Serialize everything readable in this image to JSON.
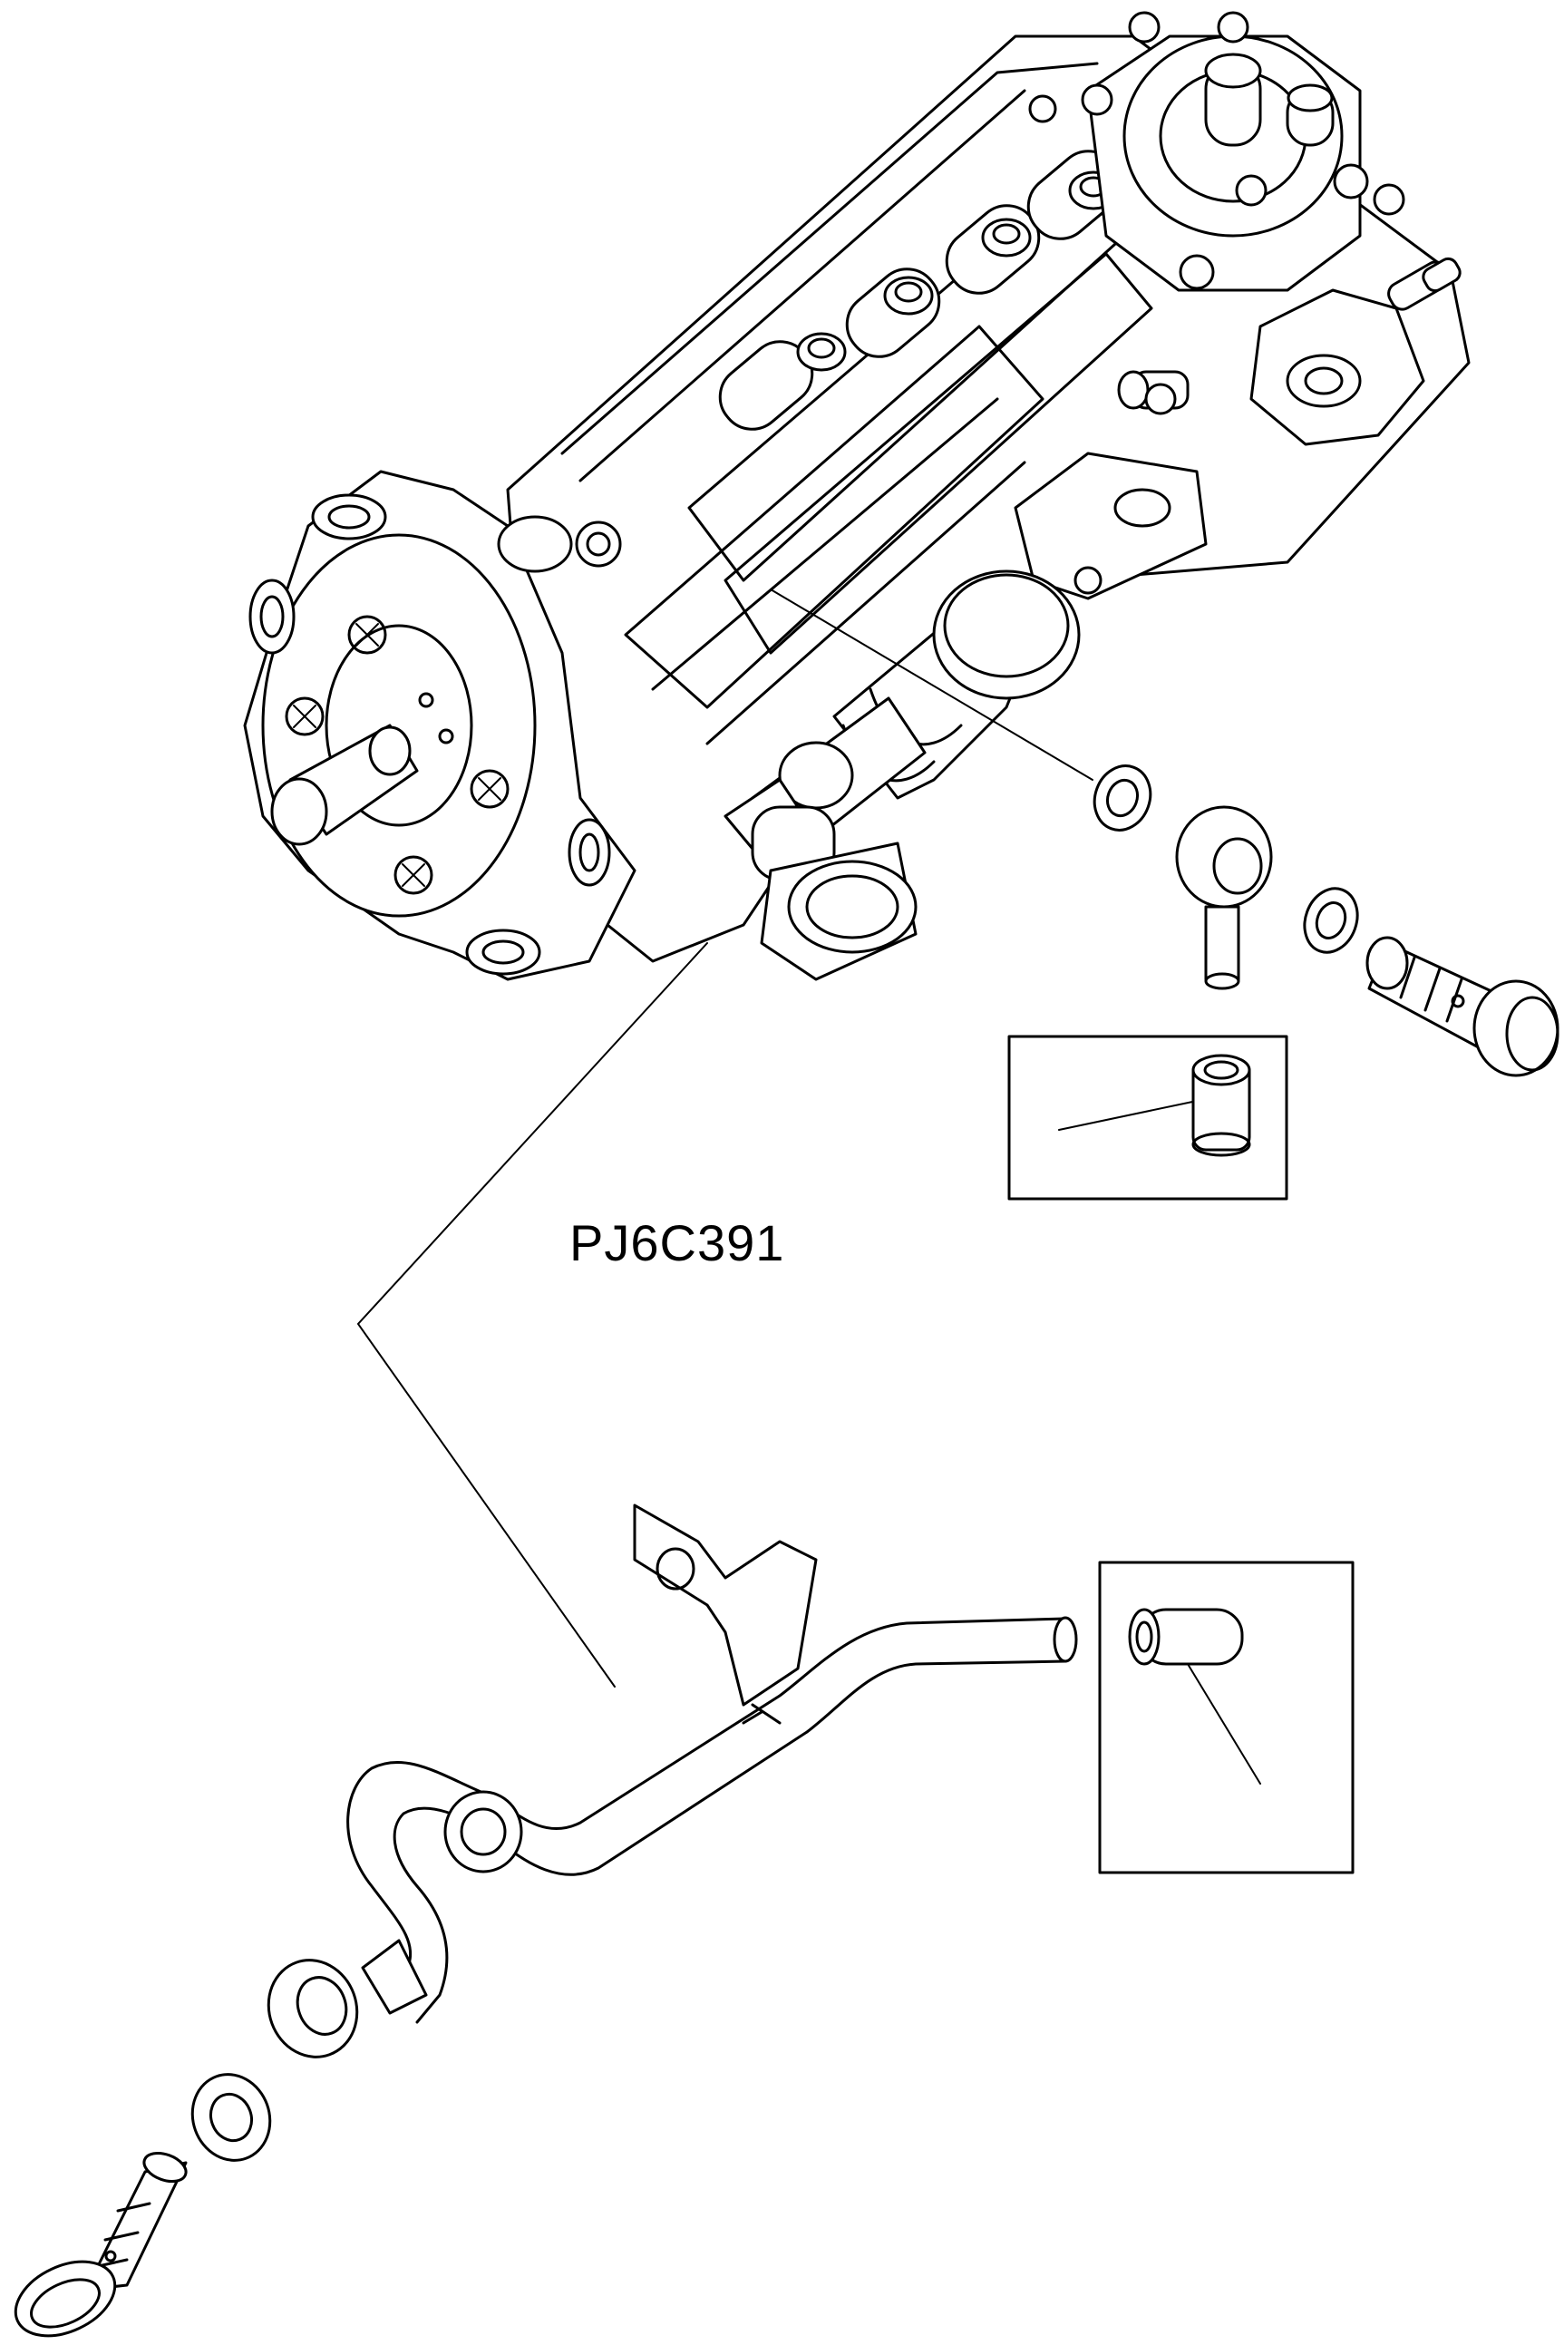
{
  "figure": {
    "code": "PJ6C391"
  },
  "colors": {
    "line": "#000000",
    "background": "#ffffff"
  },
  "parts": [
    "injection-pump",
    "washer-upper",
    "banjo-fitting",
    "washer-upper-2",
    "banjo-bolt-upper",
    "inset-cap-upper",
    "return-pipe",
    "banjo-fitting-lower",
    "washer-lower",
    "banjo-bolt-lower",
    "inset-cap-lower"
  ]
}
